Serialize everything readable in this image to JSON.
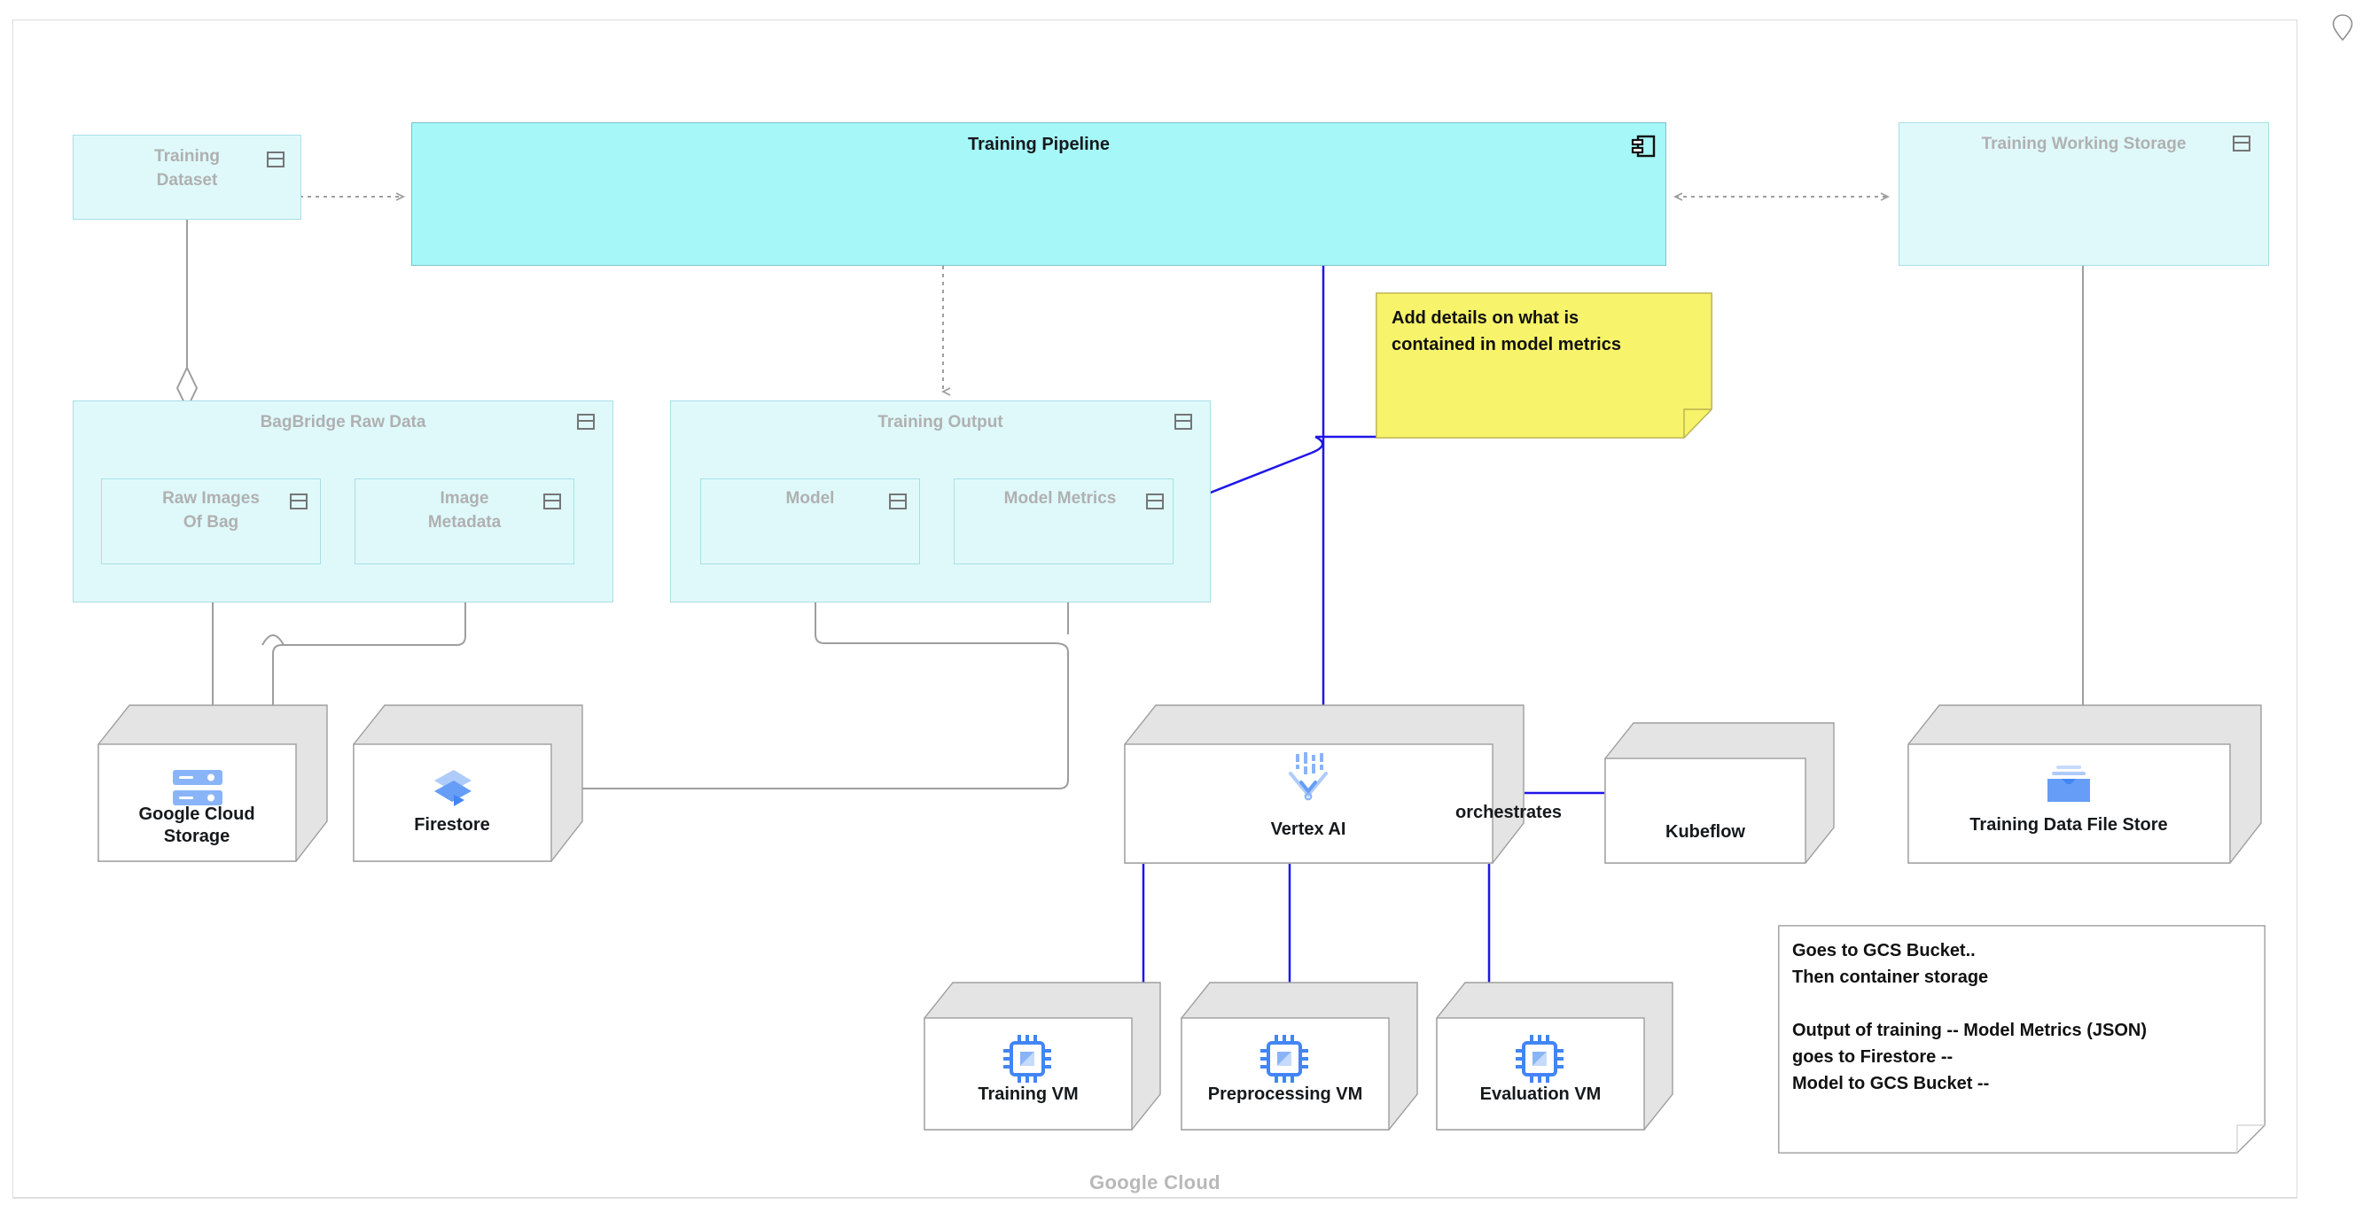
{
  "frame": {
    "label": "Google Cloud"
  },
  "corner": {
    "pin_icon": "location-pin-icon"
  },
  "artifacts": [
    {
      "id": "training-dataset",
      "label": "Training\nDataset",
      "icon": "artifact-icon"
    },
    {
      "id": "training-pipeline",
      "label": "Training Pipeline",
      "icon": "component-icon"
    },
    {
      "id": "training-working-storage",
      "label": "Training Working Storage",
      "icon": "artifact-icon"
    },
    {
      "id": "bagbridge-raw-data",
      "label": "BagBridge Raw Data",
      "icon": "artifact-icon"
    },
    {
      "id": "raw-images-of-bag",
      "label": "Raw Images\nOf Bag",
      "icon": "artifact-icon"
    },
    {
      "id": "image-metadata",
      "label": "Image\nMetadata",
      "icon": "artifact-icon"
    },
    {
      "id": "training-output",
      "label": "Training Output",
      "icon": "artifact-icon"
    },
    {
      "id": "model",
      "label": "Model",
      "icon": "artifact-icon"
    },
    {
      "id": "model-metrics",
      "label": "Model Metrics",
      "icon": "artifact-icon"
    }
  ],
  "nodes": [
    {
      "id": "google-cloud-storage",
      "label": "Google Cloud\nStorage",
      "icon": "gcs-server-icon"
    },
    {
      "id": "firestore",
      "label": "Firestore",
      "icon": "firestore-icon"
    },
    {
      "id": "vertex-ai",
      "label": "Vertex AI",
      "icon": "vertex-ai-icon"
    },
    {
      "id": "kubeflow",
      "label": "Kubeflow",
      "icon": "none"
    },
    {
      "id": "training-data-file-store",
      "label": "Training Data File Store",
      "icon": "filestore-icon"
    },
    {
      "id": "training-vm",
      "label": "Training VM",
      "icon": "cpu-chip-icon"
    },
    {
      "id": "preprocessing-vm",
      "label": "Preprocessing VM",
      "icon": "cpu-chip-icon"
    },
    {
      "id": "evaluation-vm",
      "label": "Evaluation VM",
      "icon": "cpu-chip-icon"
    }
  ],
  "edge_labels": [
    {
      "id": "orchestrates",
      "text": "orchestrates"
    }
  ],
  "notes": {
    "yellow": {
      "text": "Add details on what is\ncontained in model metrics"
    },
    "plain": {
      "text": "Goes to GCS Bucket..\nThen container storage\n\nOutput of training -- Model Metrics (JSON)\ngoes to Firestore --\nModel to GCS Bucket --"
    }
  },
  "colors": {
    "artifact_fill": "#dff9fb",
    "artifact_strong_fill": "#a6f7f8",
    "artifact_border": "#a8dfe4",
    "node_face": "#ffffff",
    "node_shade": "#e4e4e4",
    "node_border": "#9e9e9e",
    "connector_gray": "#9e9e9e",
    "connector_blue": "#1f16e8",
    "note_yellow": "#f7f36a",
    "title_muted": "#b0b0b0",
    "text_dark": "#16191c"
  }
}
